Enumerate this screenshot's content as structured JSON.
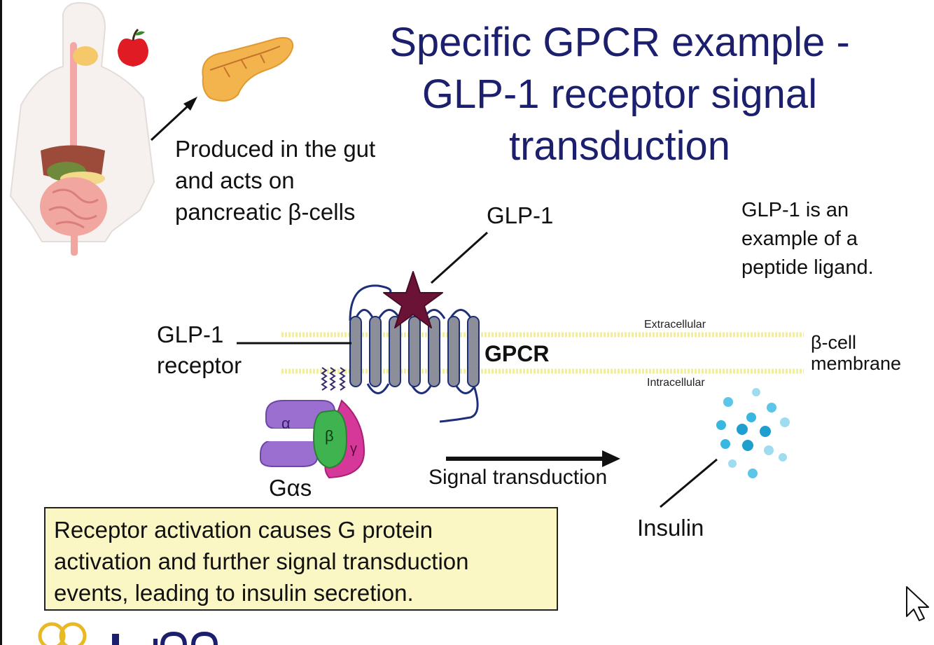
{
  "title": {
    "line1": "Specific GPCR example -",
    "line2": "GLP-1 receptor signal",
    "line3": "transduction"
  },
  "gut_note": {
    "line1": "Produced in the gut",
    "line2": "and acts on",
    "line3": "pancreatic β-cells"
  },
  "ligand_label": "GLP-1",
  "ligand_note": {
    "line1": "GLP-1 is an",
    "line2": "example of a",
    "line3": "peptide ligand."
  },
  "receptor_label": {
    "line1": "GLP-1",
    "line2": "receptor"
  },
  "gpcr_label": "GPCR",
  "membrane": {
    "extracellular": "Extracellular",
    "intracellular": "Intracellular",
    "label_line1": "β-cell",
    "label_line2": "membrane"
  },
  "g_protein": {
    "alpha": "α",
    "beta": "β",
    "gamma": "γ",
    "label": "Gαs"
  },
  "signal_label": "Signal transduction",
  "insulin_label": "Insulin",
  "summary": {
    "line1": "Receptor activation causes G protein",
    "line2": "activation and further signal transduction",
    "line3": "events, leading to insulin secretion."
  },
  "colors": {
    "title": "#1b1f6e",
    "ligand_star": "#6b1237",
    "receptor_helix": "#8c8f99",
    "receptor_loop": "#1e2f7a",
    "membrane": "#f2ee9c",
    "alpha": "#9b6fcf",
    "beta": "#3fb34f",
    "gamma": "#d6389a",
    "insulin": "#38b8e0",
    "note_bg": "#fbf7c4"
  }
}
